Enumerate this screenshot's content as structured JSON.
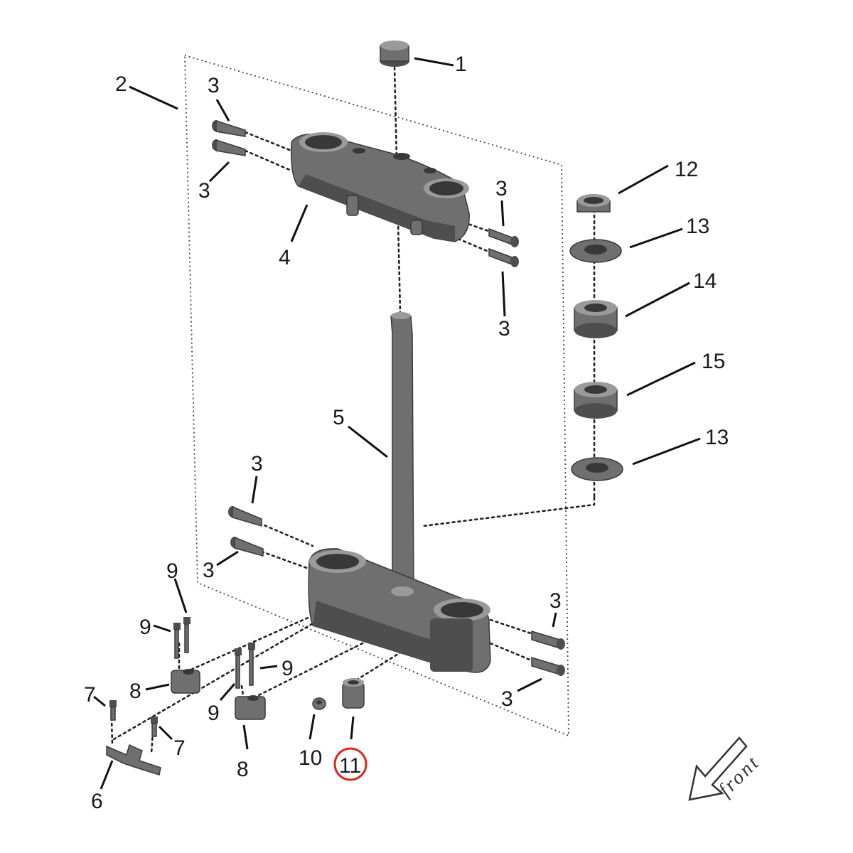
{
  "callouts": [
    {
      "id": "c1",
      "text": "1"
    },
    {
      "id": "c2",
      "text": "2"
    },
    {
      "id": "c3a",
      "text": "3"
    },
    {
      "id": "c3b",
      "text": "3"
    },
    {
      "id": "c3c",
      "text": "3"
    },
    {
      "id": "c3d",
      "text": "3"
    },
    {
      "id": "c3e",
      "text": "3"
    },
    {
      "id": "c3f",
      "text": "3"
    },
    {
      "id": "c3g",
      "text": "3"
    },
    {
      "id": "c3h",
      "text": "3"
    },
    {
      "id": "c4",
      "text": "4"
    },
    {
      "id": "c5",
      "text": "5"
    },
    {
      "id": "c6",
      "text": "6"
    },
    {
      "id": "c7a",
      "text": "7"
    },
    {
      "id": "c7b",
      "text": "7"
    },
    {
      "id": "c8a",
      "text": "8"
    },
    {
      "id": "c8b",
      "text": "8"
    },
    {
      "id": "c9a",
      "text": "9"
    },
    {
      "id": "c9b",
      "text": "9"
    },
    {
      "id": "c9c",
      "text": "9"
    },
    {
      "id": "c9d",
      "text": "9"
    },
    {
      "id": "c10",
      "text": "10"
    },
    {
      "id": "c11",
      "text": "11",
      "highlighted": true
    },
    {
      "id": "c12",
      "text": "12"
    },
    {
      "id": "c13a",
      "text": "13"
    },
    {
      "id": "c14",
      "text": "14"
    },
    {
      "id": "c15",
      "text": "15"
    },
    {
      "id": "c13b",
      "text": "13"
    }
  ],
  "direction_label": "front",
  "colors": {
    "parts": "#6f6f6f",
    "highlight": "#e0261b",
    "ink": "#111111"
  }
}
